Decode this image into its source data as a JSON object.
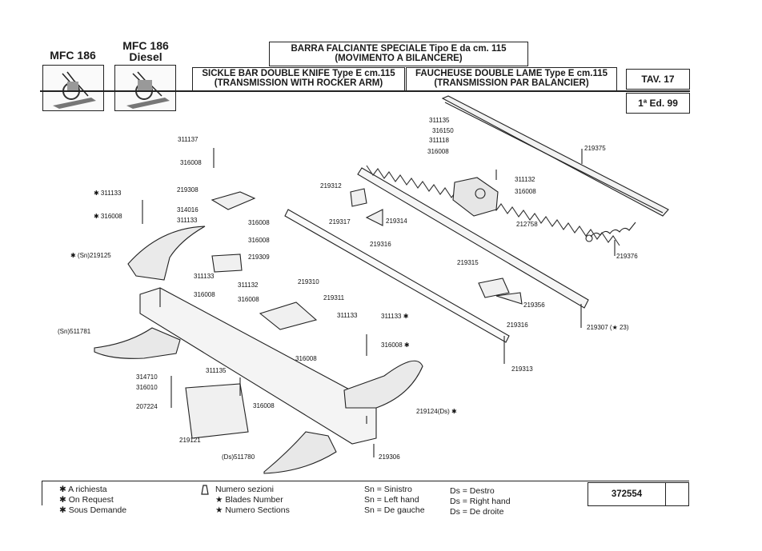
{
  "header": {
    "model_a": "MFC 186",
    "model_b_line1": "MFC 186",
    "model_b_line2": "Diesel",
    "title_it_line1": "BARRA FALCIANTE SPECIALE Tipo E da cm. 115",
    "title_it_line2": "(MOVIMENTO A BILANCERE)",
    "title_en_line1": "SICKLE BAR DOUBLE KNIFE Type E cm.115",
    "title_en_line2": "(TRANSMISSION WITH ROCKER ARM)",
    "title_fr_line1": "FAUCHEUSE DOUBLE LAME Type E cm.115",
    "title_fr_line2": "(TRANSMISSION PAR BALANCIER)",
    "tav": "TAV. 17",
    "edition": "1ª Ed. 99"
  },
  "parts": {
    "p311137": "311137",
    "p316008_a": "316008",
    "p219308": "219308",
    "p314016": "314016",
    "p311133_a": "311133",
    "p316008_b": "316008",
    "p316008_c": "316008",
    "p219309": "219309",
    "p311133_star": "✱ 311133",
    "p316008_star": "✱ 316008",
    "p219125": "✱ (Sn)219125",
    "p311133_b": "311133",
    "p316008_d": "316008",
    "p311132_a": "311132",
    "p316008_e": "316008",
    "p219310": "219310",
    "p219311": "219311",
    "p511781": "(Sn)511781",
    "p311133_c": "311133",
    "p311133_c2": "311133 ✱",
    "p316008_f": "316008 ✱",
    "p316008_g": "316008",
    "p314710": "314710",
    "p316010": "316010",
    "p207224": "207224",
    "p311135_a": "311135",
    "p316008_h": "316008",
    "p219121": "219121",
    "p511780": "(Ds)511780",
    "p219306": "219306",
    "p219124": "219124(Ds) ✱",
    "p219312": "219312",
    "p219317": "219317",
    "p219314": "219314",
    "p219316_a": "219316",
    "p311135_b": "311135",
    "p316150": "316150",
    "p311118": "311118",
    "p316008_i": "316008",
    "p311132_b": "311132",
    "p316008_j": "316008",
    "p212758": "212758",
    "p219375": "219375",
    "p219376": "219376",
    "p219315": "219315",
    "p219356": "219356",
    "p219316_b": "219316",
    "p219307": "219307 (★ 23)",
    "p219313": "219313"
  },
  "legend": {
    "col1": [
      "✱ A richiesta",
      "✱ On Request",
      "✱ Sous Demande"
    ],
    "col2": [
      "Numero sezioni",
      "★ Blades Number",
      "★ Numero Sections"
    ],
    "col3": [
      "Sn = Sinistro",
      "Sn = Left hand",
      "Sn = De gauche"
    ],
    "col4": [
      "Ds = Destro",
      "Ds = Right hand",
      "Ds = De droite"
    ],
    "code": "372554"
  }
}
